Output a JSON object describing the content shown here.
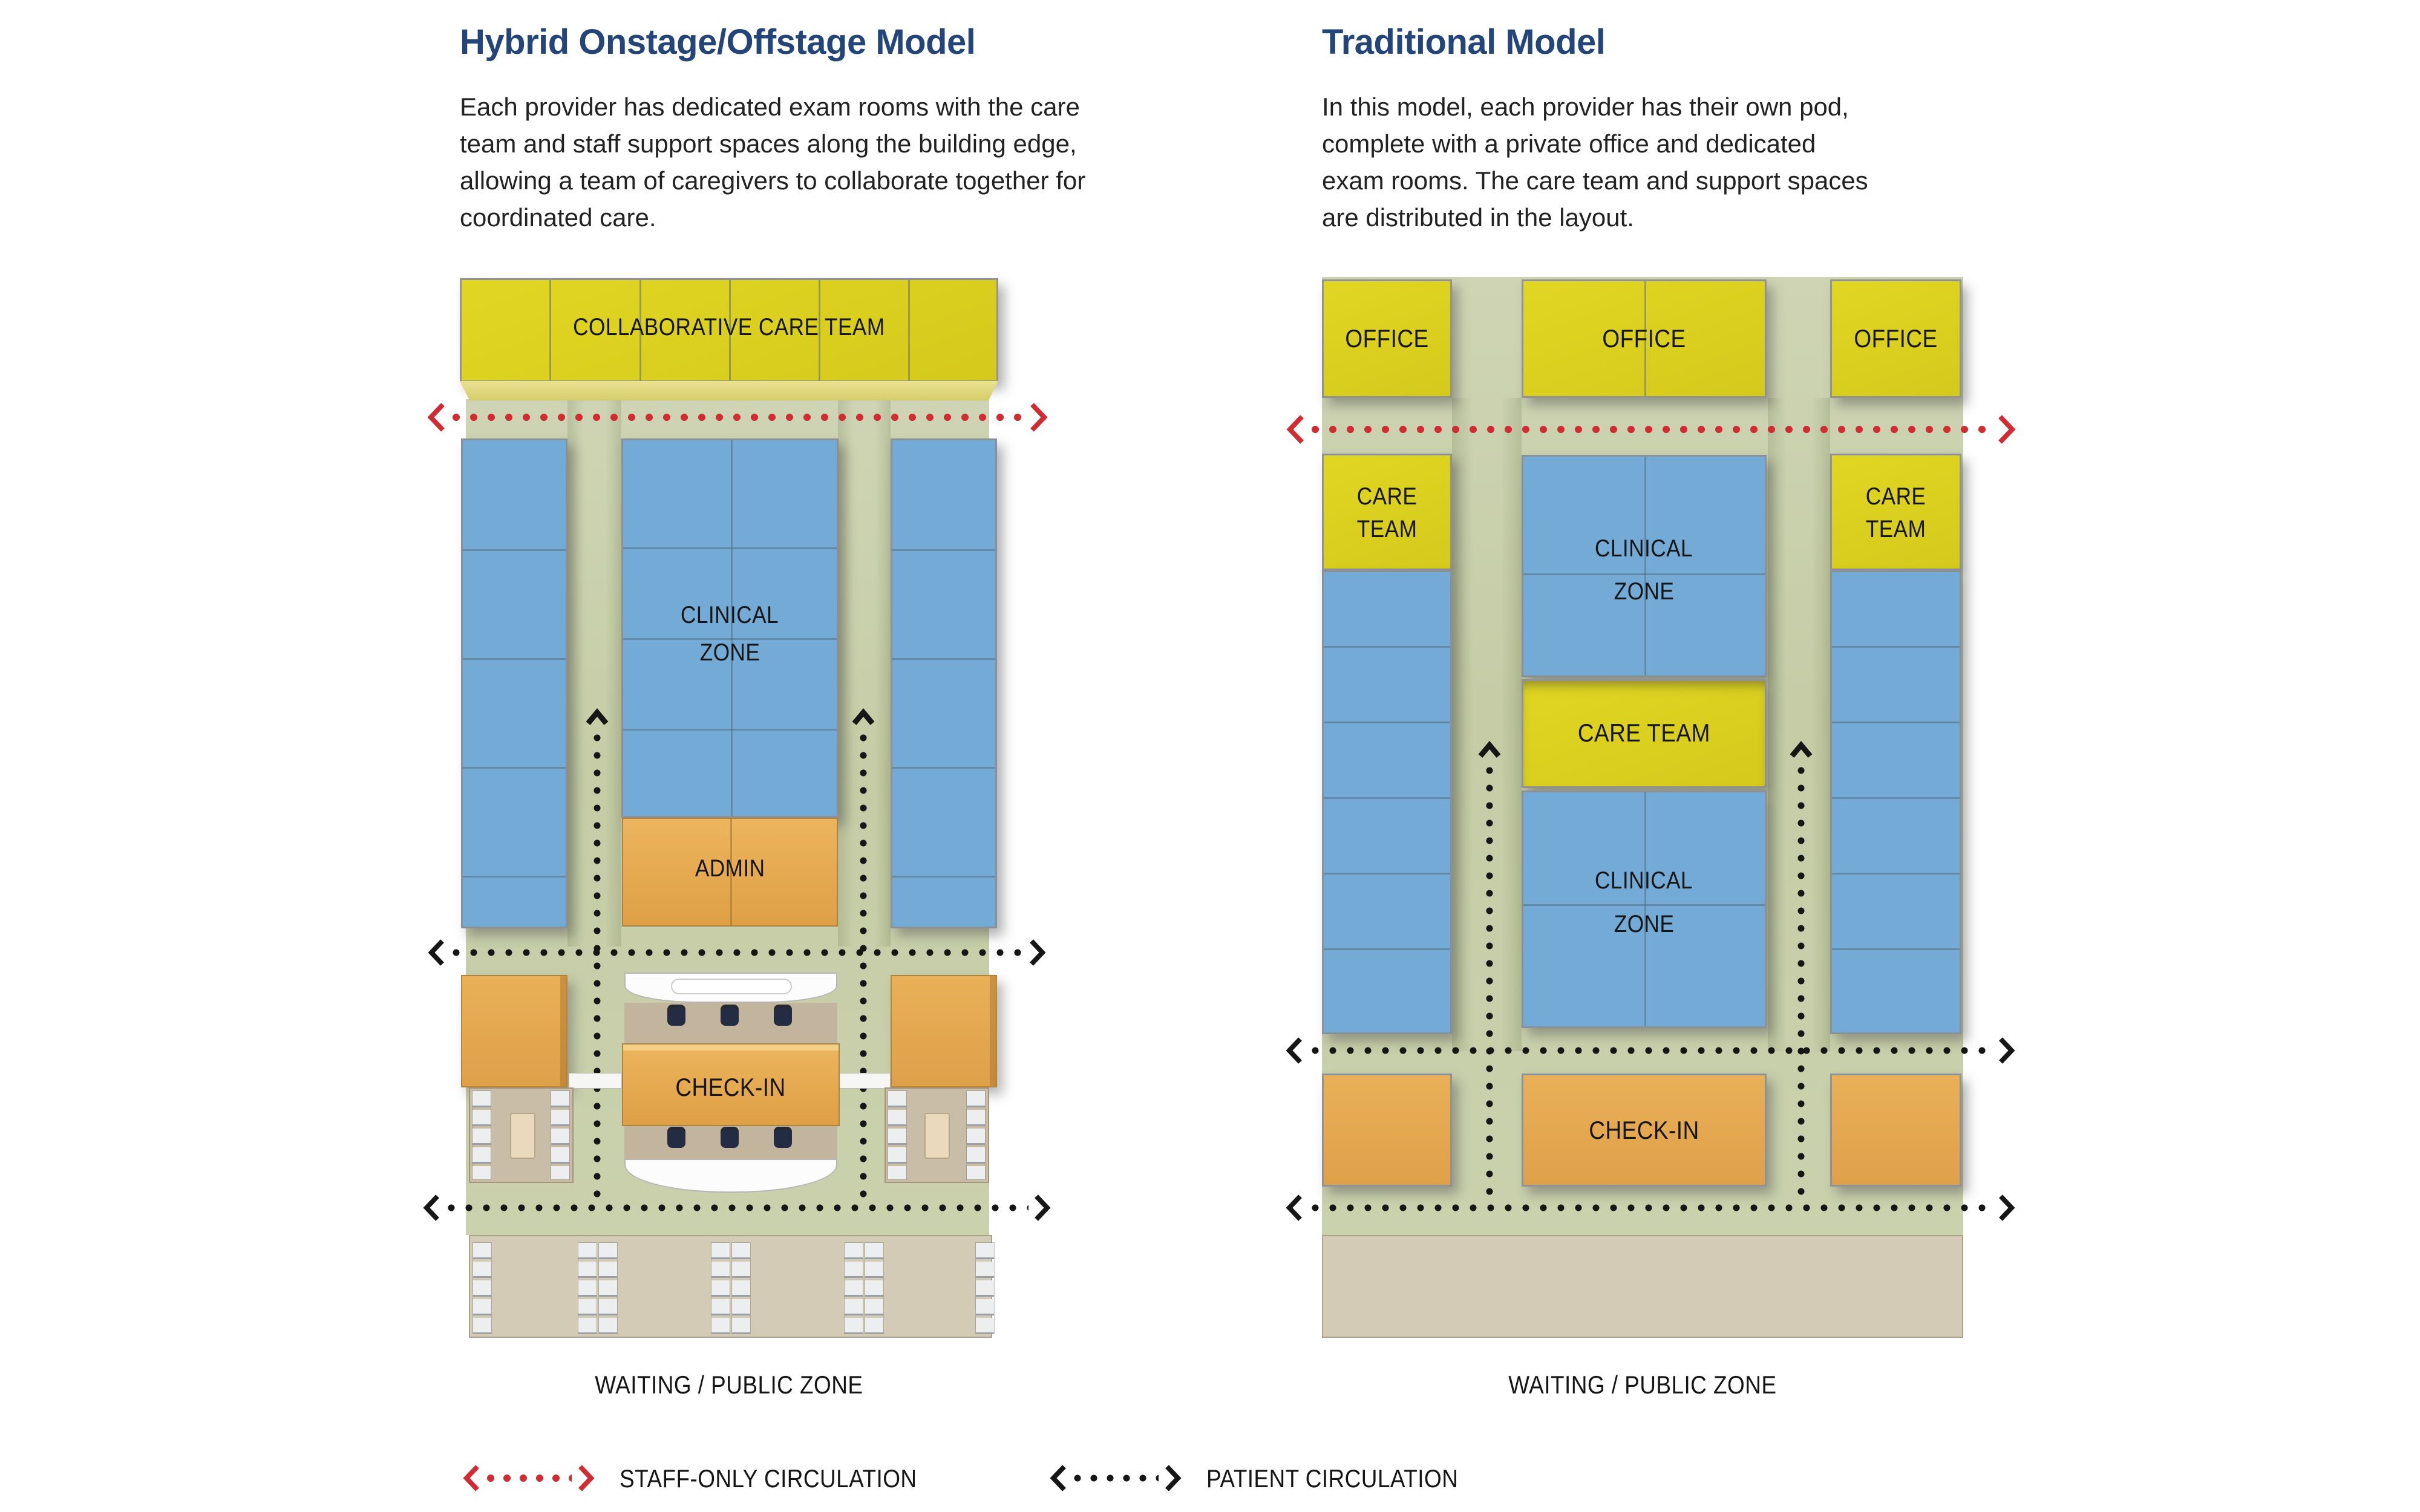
{
  "hybrid": {
    "title": "Hybrid Onstage/Offstage Model",
    "description": "Each provider has dedicated exam rooms with the care team and staff support spaces along the building edge, allowing a team of caregivers to collaborate together for coordinated care.",
    "labels": {
      "band": "COLLABORATIVE CARE TEAM",
      "clinical1": "CLINICAL",
      "clinical2": "ZONE",
      "admin": "ADMIN",
      "checkin": "CHECK-IN",
      "waiting": "WAITING / PUBLIC ZONE"
    }
  },
  "traditional": {
    "title": "Traditional Model",
    "description": "In this model, each provider has their own pod, complete with a private office and dedicated exam rooms. The care team and support spaces are distributed in the layout.",
    "labels": {
      "office": "OFFICE",
      "care1": "CARE",
      "care2": "TEAM",
      "careteam": "CARE TEAM",
      "clinical1": "CLINICAL",
      "clinical2": "ZONE",
      "checkin": "CHECK-IN",
      "waiting": "WAITING / PUBLIC ZONE"
    }
  },
  "legend": {
    "staff": "STAFF-ONLY CIRCULATION",
    "patient": "PATIENT CIRCULATION"
  },
  "colors": {
    "navy": "#234579",
    "yellow": "#ddd11f",
    "blue": "#74abd6",
    "green": "#c8cfac",
    "orange": "#e3a652",
    "tan": "#d3cbb6",
    "red": "#d12b33",
    "black": "#161616"
  }
}
